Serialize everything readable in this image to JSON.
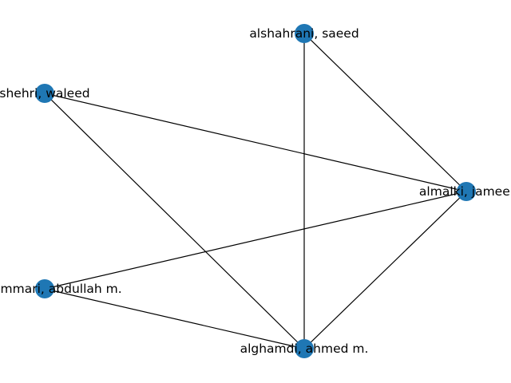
{
  "graph": {
    "node_color": "#1f77b4",
    "edge_color": "#000000",
    "nodes": [
      {
        "id": "saeed",
        "label": "alshahrani, saeed"
      },
      {
        "id": "waleed",
        "label": "shehri, waleed"
      },
      {
        "id": "jameel",
        "label": "almalki, jameel"
      },
      {
        "id": "abdullah",
        "label": "alshammari, abdullah m."
      },
      {
        "id": "ahmed",
        "label": "alghamdi, ahmed m."
      }
    ],
    "edges": [
      {
        "source": "saeed",
        "target": "ahmed"
      },
      {
        "source": "saeed",
        "target": "jameel"
      },
      {
        "source": "waleed",
        "target": "jameel"
      },
      {
        "source": "waleed",
        "target": "ahmed"
      },
      {
        "source": "jameel",
        "target": "abdullah"
      },
      {
        "source": "jameel",
        "target": "ahmed"
      },
      {
        "source": "abdullah",
        "target": "ahmed"
      }
    ]
  }
}
